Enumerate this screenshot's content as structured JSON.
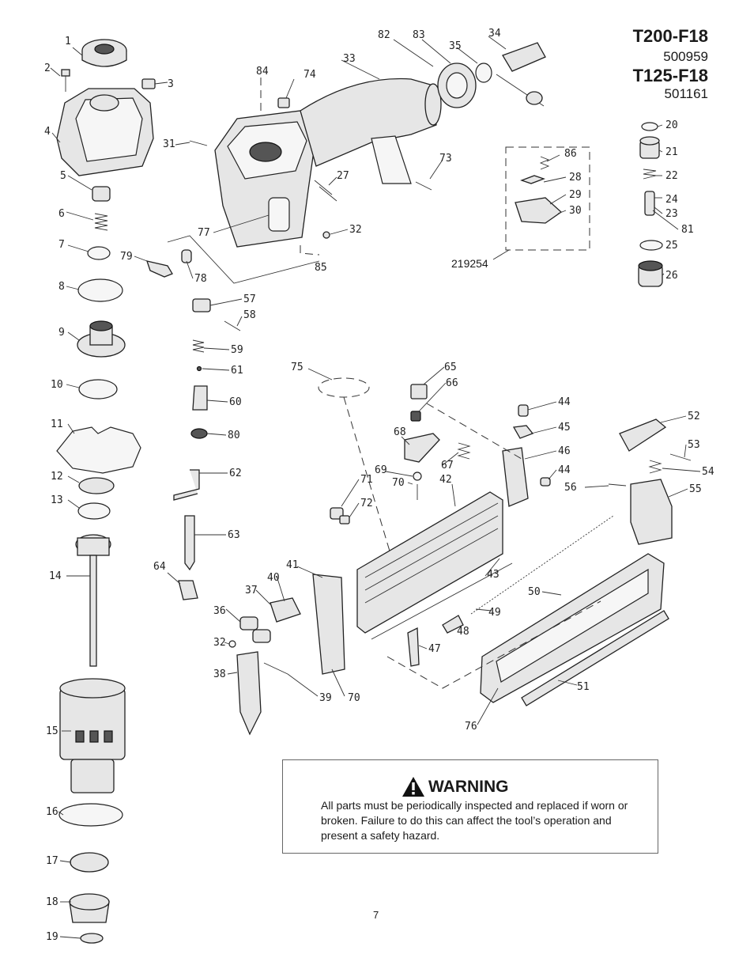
{
  "header": {
    "model_1": "T200-F18",
    "part_no_1": "500959",
    "model_2": "T125-F18",
    "part_no_2": "501161"
  },
  "kit_label": "219254",
  "warning": {
    "heading": "WARNING",
    "text": "All parts must be periodically inspected and replaced if worn or broken.  Failure to do this can affect the tool’s operation and present a safety hazard."
  },
  "page_number": "7",
  "callouts": [
    "1",
    "2",
    "3",
    "4",
    "5",
    "6",
    "7",
    "8",
    "9",
    "10",
    "11",
    "12",
    "13",
    "14",
    "15",
    "16",
    "17",
    "18",
    "19",
    "20",
    "21",
    "22",
    "24",
    "23",
    "81",
    "25",
    "26",
    "31",
    "84",
    "74",
    "33",
    "82",
    "83",
    "35",
    "34",
    "27",
    "73",
    "86",
    "28",
    "29",
    "30",
    "77",
    "32",
    "85",
    "79",
    "78",
    "57",
    "58",
    "59",
    "61",
    "60",
    "80",
    "62",
    "63",
    "64",
    "75",
    "65",
    "66",
    "68",
    "67",
    "69",
    "70",
    "71",
    "72",
    "42",
    "44",
    "45",
    "46",
    "44",
    "52",
    "53",
    "54",
    "56",
    "55",
    "43",
    "41",
    "40",
    "37",
    "36",
    "32",
    "38",
    "39",
    "70",
    "49",
    "50",
    "48",
    "47",
    "51",
    "76"
  ],
  "icons": {
    "warning": "warning-triangle-icon"
  }
}
